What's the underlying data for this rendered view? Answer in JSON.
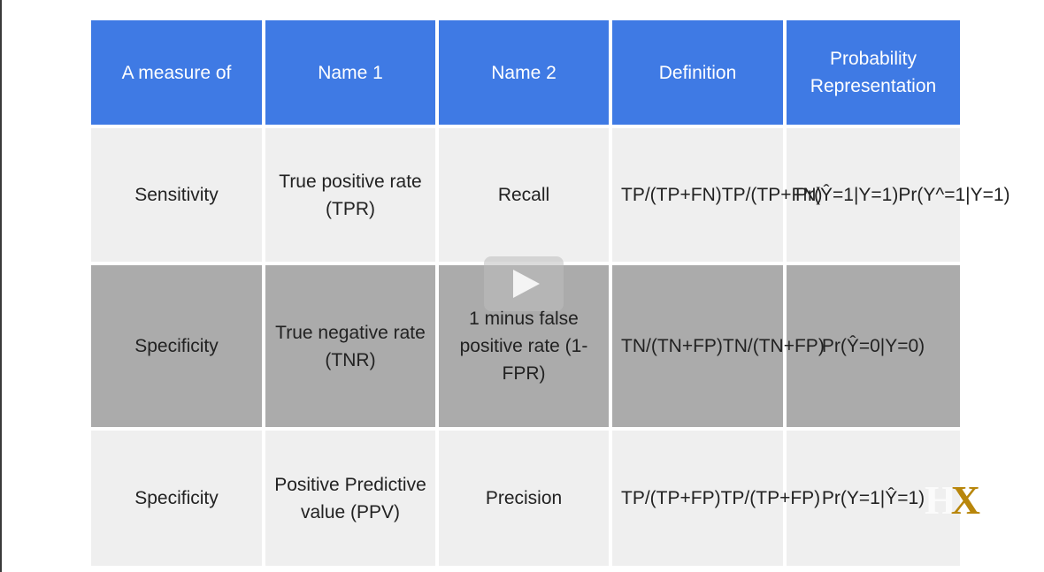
{
  "table": {
    "headers": [
      "A measure of",
      "Name 1",
      "Name 2",
      "Definition",
      "Probability Representation"
    ],
    "rows": [
      [
        "Sensitivity",
        "True positive rate (TPR)",
        "Recall",
        "TP/(TP+FN)TP/(TP+FN)",
        "Pr(Ŷ=1|Y=1)Pr(Y^=1|Y=1)"
      ],
      [
        "Specificity",
        "True negative rate (TNR)",
        "1 minus false positive rate (1-FPR)",
        "TN/(TN+FP)TN/(TN+FP)",
        "Pr(Ŷ=0|Y=0)"
      ],
      [
        "Specificity",
        "Positive Predictive value (PPV)",
        "Precision",
        "TP/(TP+FP)TP/(TP+FP)",
        "Pr(Y=1|Ŷ=1)"
      ]
    ]
  },
  "colors": {
    "header_bg": "#3f7ae4",
    "row_light_bg": "#efefef",
    "row_dark_bg": "#ababab",
    "logo_accent": "#b8860b"
  },
  "overlay": {
    "play_icon": "play-icon"
  },
  "logo": {
    "text": "HX"
  }
}
